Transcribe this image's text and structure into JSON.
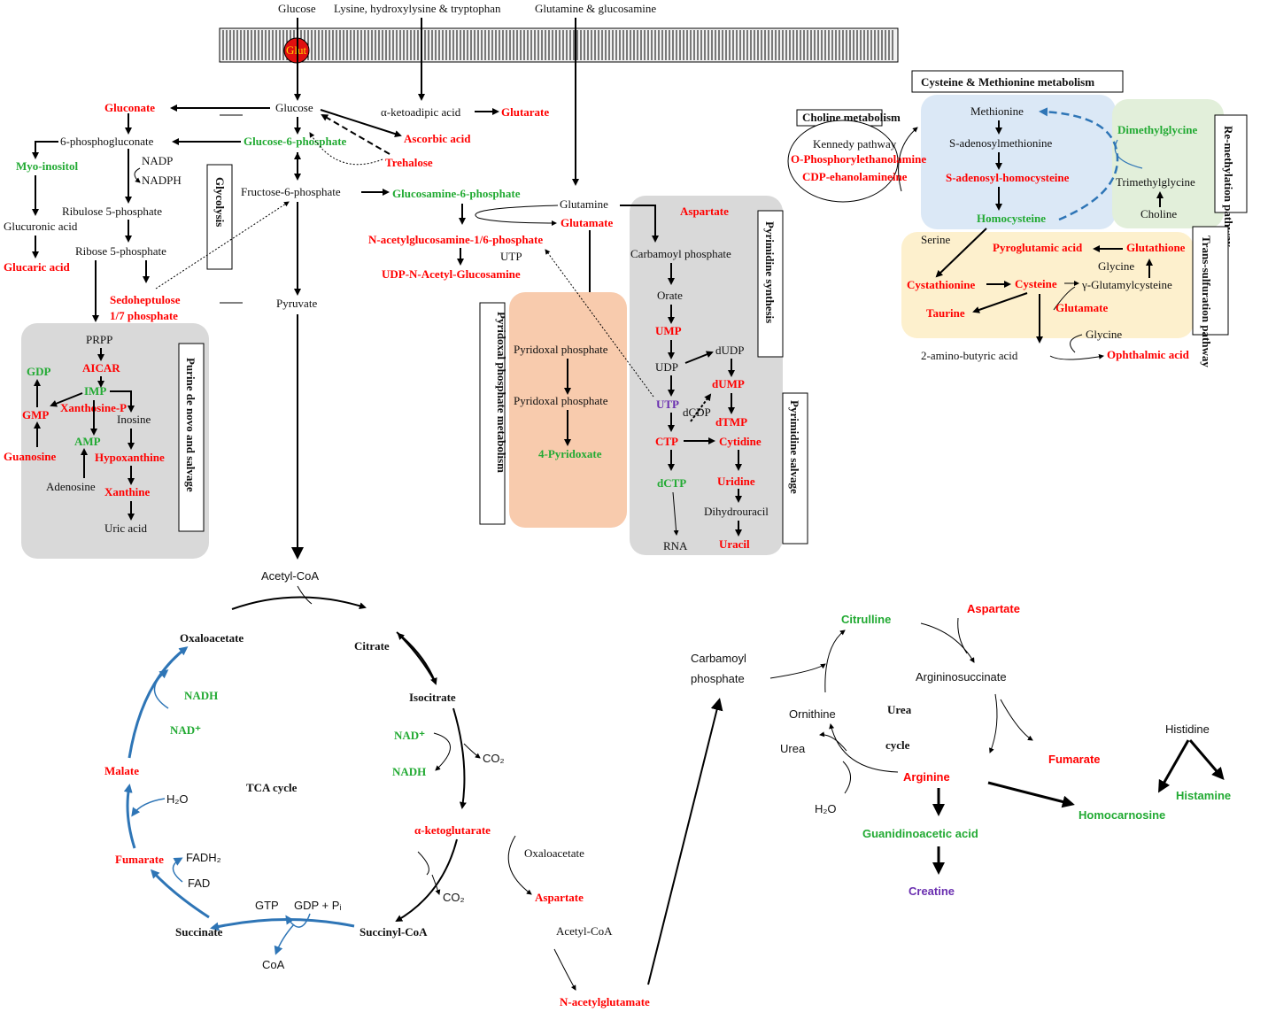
{
  "colors": {
    "red": "#ff0000",
    "green": "#22aa33",
    "purple": "#6a2fb0",
    "gray_box": "#d9d9d9",
    "orange_box": "#f8cbad",
    "blue_box": "#dbe8f6",
    "green_box": "#e2efda",
    "yellow_box": "#fdf0cd",
    "tca_blue": "#2e75b6"
  },
  "membrane": {
    "inputs": [
      "Glucose",
      "Lysine, hydroxylysine & tryptophan",
      "Glutamine & glucosamine"
    ],
    "transporter": "Glut"
  },
  "glycolysis": {
    "glucose": "Glucose",
    "g6p": "Glucose-6-phosphate",
    "f6p": "Fructose-6-phosphate",
    "pyruvate": "Pyruvate",
    "label": "Glycolysis",
    "gluconate": "Gluconate",
    "ascorbic": "Ascorbic acid",
    "trehalose": "Trehalose",
    "pg6": "6-phosphogluconate",
    "myo": "Myo-inositol",
    "nadp": "NADP",
    "nadph": "NADPH",
    "ru5p": "Ribulose 5-phosphate",
    "r5p": "Ribose 5-phosphate",
    "glucuronic": "Glucuronic acid",
    "glucaric": "Glucaric acid",
    "sedo1": "Sedoheptulose",
    "sedo2": "1/7 phosphate"
  },
  "lysine": {
    "ketoadipic": "α-ketoadipic acid",
    "glutarate": "Glutarate"
  },
  "hexosamine": {
    "glcn6p": "Glucosamine-6-phosphate",
    "glutamine": "Glutamine",
    "glutamate": "Glutamate",
    "nacglc": "N-acetylglucosamine-1/6-phosphate",
    "utp": "UTP",
    "udp": "UDP-N-Acetyl-Glucosamine"
  },
  "purine": {
    "title": "Purine de novo and salvage",
    "prpp": "PRPP",
    "aicar": "AICAR",
    "imp": "IMP",
    "gdp": "GDP",
    "gmp": "GMP",
    "xmp": "Xanthosine-P",
    "inosine": "Inosine",
    "amp": "AMP",
    "guanosine": "Guanosine",
    "hypox": "Hypoxanthine",
    "adenosine": "Adenosine",
    "xanthine": "Xanthine",
    "uric": "Uric acid"
  },
  "pyridoxal": {
    "title": "Pyridoxal phosphate metabolism",
    "p1": "Pyridoxal phosphate",
    "p2": "Pyridoxal phosphate",
    "p3": "4-Pyridoxate"
  },
  "pyrimidine": {
    "synth_title": "Pyrimidine synthesis",
    "salvage_title": "Pyrimidine salvage",
    "aspartate": "Aspartate",
    "carbamoyl": "Carbamoyl phosphate",
    "orate": "Orate",
    "ump": "UMP",
    "udp": "UDP",
    "dudp": "dUDP",
    "dump": "dUMP",
    "utp": "UTP",
    "dcdp": "dCDP",
    "dtmp": "dTMP",
    "ctp": "CTP",
    "cytidine": "Cytidine",
    "dctp": "dCTP",
    "uridine": "Uridine",
    "dihydro": "Dihydrouracil",
    "rna": "RNA",
    "uracil": "Uracil"
  },
  "cysteine": {
    "title": "Cysteine & Methionine metabolism",
    "choline_title": "Choline metabolism",
    "kennedy": "Kennedy pathway",
    "ophos": "O-Phosphorylethanolamine",
    "cdp": "CDP-ehanolamineine",
    "methionine": "Methionine",
    "sam": "S-adenosylmethionine",
    "sah": "S-adenosyl-homocysteine",
    "homocysteine": "Homocysteine",
    "dmg": "Dimethylglycine",
    "tmg": "Trimethylglycine",
    "choline": "Choline",
    "remeth": "Re-methylation pathway",
    "transsulf": "Trans-sulfuration pathway",
    "serine": "Serine",
    "pyroglut": "Pyroglutamic acid",
    "glutathione": "Glutathione",
    "glycine1": "Glycine",
    "cystathionine": "Cystathionine",
    "cysteine": "Cysteine",
    "ggc": "γ-Glutamylcysteine",
    "taurine": "Taurine",
    "glutamate": "Glutamate",
    "glycine2": "Glycine",
    "aba": "2-amino-butyric acid",
    "ophthalmic": "Ophthalmic acid"
  },
  "tca": {
    "acetylcoa": "Acetyl-CoA",
    "oxaloacetate": "Oxaloacetate",
    "citrate": "Citrate",
    "isocitrate": "Isocitrate",
    "nad1": "NAD⁺",
    "nadh1": "NADH",
    "co2a": "CO₂",
    "akg": "α-ketoglutarate",
    "co2b": "CO₂",
    "succinylcoa": "Succinyl-CoA",
    "gtp": "GTP",
    "gdp": "GDP + Pᵢ",
    "coa": "CoA",
    "succinate": "Succinate",
    "fadh2": "FADH₂",
    "fad": "FAD",
    "fumarate": "Fumarate",
    "h2o": "H₂O",
    "malate": "Malate",
    "nadh2": "NADH",
    "nad2": "NAD⁺",
    "title": "TCA cycle",
    "oaa2": "Oxaloacetate",
    "asp2": "Aspartate",
    "acetylcoa2": "Acetyl-CoA",
    "nag": "N-acetylglutamate"
  },
  "urea": {
    "carbamoyl1": "Carbamoyl",
    "carbamoyl2": "phosphate",
    "citrulline": "Citrulline",
    "aspartate": "Aspartate",
    "argsucc": "Argininosuccinate",
    "ornithine": "Ornithine",
    "title1": "Urea",
    "title2": "cycle",
    "urea": "Urea",
    "fumarate": "Fumarate",
    "arginine": "Arginine",
    "h2o": "H₂O",
    "gaa": "Guanidinoacetic acid",
    "creatine": "Creatine",
    "histidine": "Histidine",
    "histamine": "Histamine",
    "homocarnosine": "Homocarnosine"
  }
}
